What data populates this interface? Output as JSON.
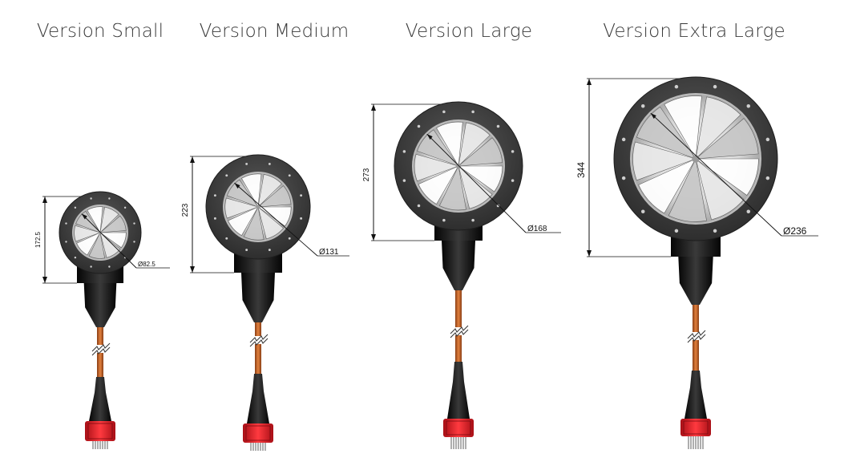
{
  "versions": [
    {
      "title": "Version Small",
      "height_label": "172.5",
      "diameter_label": "82.5"
    },
    {
      "title": "Version Medium",
      "height_label": "223",
      "diameter_label": "131"
    },
    {
      "title": "Version Large",
      "height_label": "273",
      "diameter_label": "168"
    },
    {
      "title": "Version Extra Large",
      "height_label": "344",
      "diameter_label": "236"
    }
  ],
  "diameter_symbol": "Ø",
  "icons": {
    "fan": "fan-icon",
    "cable_break": "cable-break-icon",
    "connector": "connector-icon"
  },
  "colors": {
    "housing": "#4a4a4a",
    "housing_dark": "#2a2a2a",
    "black_part": "#151515",
    "cable": "#c9672c",
    "connector": "#e3202a",
    "pins": "#9a9a9a",
    "dimension_line": "#111111"
  }
}
